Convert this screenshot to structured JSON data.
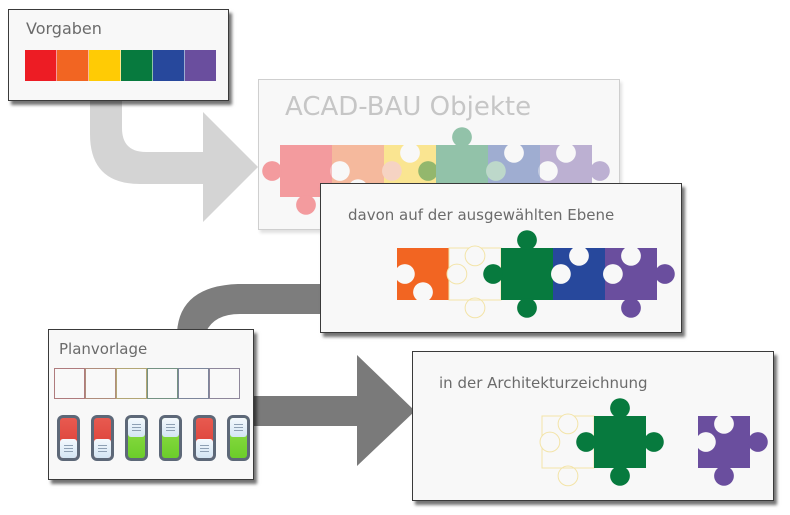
{
  "diagram": {
    "colors": {
      "red": "#ed1c24",
      "orange": "#f26522",
      "yellow": "#ffcb05",
      "green": "#077a3e",
      "blue": "#27489c",
      "purple": "#6a4e9e",
      "arrow_light": "#d4d4d4",
      "arrow_dark": "#7d7d7d",
      "title_text": "#6b6b6b"
    },
    "vorgaben": {
      "title": "Vorgaben",
      "swatches": [
        "red",
        "orange",
        "yellow",
        "green",
        "blue",
        "purple"
      ]
    },
    "acad_bau": {
      "title": "ACAD-BAU Objekte",
      "pieces": [
        {
          "color": "red",
          "state": "faded"
        },
        {
          "color": "orange",
          "state": "faded"
        },
        {
          "color": "yellow",
          "state": "faded"
        },
        {
          "color": "green",
          "state": "faded"
        },
        {
          "color": "blue",
          "state": "faded"
        },
        {
          "color": "purple",
          "state": "faded"
        }
      ]
    },
    "davon": {
      "title": "davon auf der ausgewählten Ebene",
      "pieces": [
        {
          "color": "red",
          "state": "hidden"
        },
        {
          "color": "orange",
          "state": "visible"
        },
        {
          "color": "yellow",
          "state": "outline"
        },
        {
          "color": "green",
          "state": "visible"
        },
        {
          "color": "blue",
          "state": "visible"
        },
        {
          "color": "purple",
          "state": "visible"
        }
      ]
    },
    "planvorlage": {
      "title": "Planvorlage",
      "slots": [
        "red",
        "orange",
        "yellow",
        "green",
        "blue",
        "purple"
      ],
      "toggles": [
        {
          "layer": "red",
          "on": false
        },
        {
          "layer": "orange",
          "on": false
        },
        {
          "layer": "yellow",
          "on": true
        },
        {
          "layer": "green",
          "on": true
        },
        {
          "layer": "blue",
          "on": false
        },
        {
          "layer": "purple",
          "on": true
        }
      ]
    },
    "architektur": {
      "title": "in der Architekturzeichnung",
      "pieces": [
        {
          "color": "red",
          "state": "hidden"
        },
        {
          "color": "orange",
          "state": "hidden"
        },
        {
          "color": "yellow",
          "state": "outline"
        },
        {
          "color": "green",
          "state": "visible"
        },
        {
          "color": "blue",
          "state": "hidden"
        },
        {
          "color": "purple",
          "state": "visible"
        }
      ]
    },
    "arrows": [
      {
        "from": "vorgaben",
        "to": "acad_bau",
        "style": "light"
      },
      {
        "from": "planvorlage",
        "to": "davon",
        "style": "dark"
      },
      {
        "from": "planvorlage",
        "to": "architektur",
        "style": "dark"
      }
    ]
  }
}
